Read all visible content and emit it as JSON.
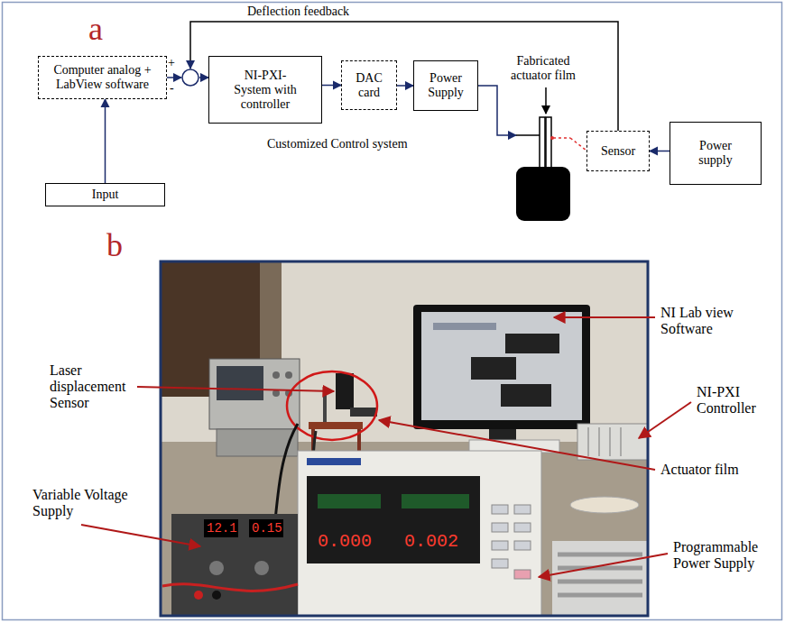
{
  "diagram": {
    "nodes": [
      {
        "text": [
          "Computer analog + LabView software"
        ]
      },
      {
        "text": [
          "+",
          "-"
        ]
      },
      {
        "text": [
          "NI-PXI- System with controller"
        ]
      },
      {
        "text": [
          "DAC card"
        ]
      },
      {
        "text": [
          "Power Supply"
        ]
      },
      {
        "text": [
          "Fabricated actuator film"
        ]
      },
      {
        "text": [
          "Sensor"
        ]
      },
      {
        "text": [
          "Power supply"
        ]
      },
      {
        "text": [
          "Input"
        ]
      }
    ],
    "edges": [
      {
        "from": 0,
        "to": 1,
        "arrow": "to"
      },
      {
        "from": 1,
        "to": 2,
        "arrow": "to"
      },
      {
        "from": 2,
        "to": 3,
        "arrow": "to"
      },
      {
        "from": 3,
        "to": 4,
        "arrow": "to"
      },
      {
        "from": 4,
        "to": 5,
        "arrow": "to"
      },
      {
        "from": 5,
        "to": 6,
        "arrow": "none"
      },
      {
        "from": 7,
        "to": 6,
        "arrow": "to"
      },
      {
        "from": 6,
        "to": 1,
        "label": "Deflection feedback",
        "arrow": "to"
      },
      {
        "from": 8,
        "to": 0,
        "arrow": "to"
      }
    ],
    "labels": [
      "a",
      "Customized Control system",
      "b",
      "NI Lab view Software",
      "Laser displacement Sensor",
      "NI-PXI Controller",
      "Actuator film",
      "Variable Voltage Supply",
      "Programmable Power Supply",
      "12.1",
      "0.15",
      "0.000",
      "0.002"
    ]
  }
}
